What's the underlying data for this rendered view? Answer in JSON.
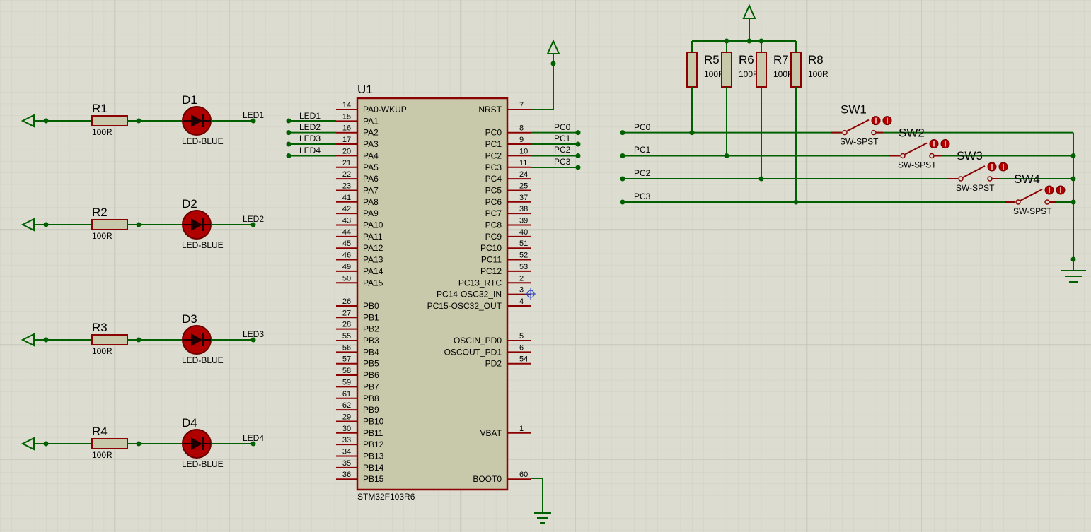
{
  "mcu": {
    "ref": "U1",
    "part": "STM32F103R6",
    "left_pins": [
      {
        "name": "PA0-WKUP",
        "num": "14"
      },
      {
        "name": "PA1",
        "num": "15"
      },
      {
        "name": "PA2",
        "num": "16"
      },
      {
        "name": "PA3",
        "num": "17"
      },
      {
        "name": "PA4",
        "num": "20"
      },
      {
        "name": "PA5",
        "num": "21"
      },
      {
        "name": "PA6",
        "num": "22"
      },
      {
        "name": "PA7",
        "num": "23"
      },
      {
        "name": "PA8",
        "num": "41"
      },
      {
        "name": "PA9",
        "num": "42"
      },
      {
        "name": "PA10",
        "num": "43"
      },
      {
        "name": "PA11",
        "num": "44"
      },
      {
        "name": "PA12",
        "num": "45"
      },
      {
        "name": "PA13",
        "num": "46"
      },
      {
        "name": "PA14",
        "num": "49"
      },
      {
        "name": "PA15",
        "num": "50"
      },
      {
        "name": "PB0",
        "num": "26"
      },
      {
        "name": "PB1",
        "num": "27"
      },
      {
        "name": "PB2",
        "num": "28"
      },
      {
        "name": "PB3",
        "num": "55"
      },
      {
        "name": "PB4",
        "num": "56"
      },
      {
        "name": "PB5",
        "num": "57"
      },
      {
        "name": "PB6",
        "num": "58"
      },
      {
        "name": "PB7",
        "num": "59"
      },
      {
        "name": "PB8",
        "num": "61"
      },
      {
        "name": "PB9",
        "num": "62"
      },
      {
        "name": "PB10",
        "num": "29"
      },
      {
        "name": "PB11",
        "num": "30"
      },
      {
        "name": "PB12",
        "num": "33"
      },
      {
        "name": "PB13",
        "num": "34"
      },
      {
        "name": "PB14",
        "num": "35"
      },
      {
        "name": "PB15",
        "num": "36"
      }
    ],
    "right_pins": [
      {
        "name": "NRST",
        "num": "7"
      },
      {
        "name": "PC0",
        "num": "8"
      },
      {
        "name": "PC1",
        "num": "9"
      },
      {
        "name": "PC2",
        "num": "10"
      },
      {
        "name": "PC3",
        "num": "11"
      },
      {
        "name": "PC4",
        "num": "24"
      },
      {
        "name": "PC5",
        "num": "25"
      },
      {
        "name": "PC6",
        "num": "37"
      },
      {
        "name": "PC7",
        "num": "38"
      },
      {
        "name": "PC8",
        "num": "39"
      },
      {
        "name": "PC9",
        "num": "40"
      },
      {
        "name": "PC10",
        "num": "51"
      },
      {
        "name": "PC11",
        "num": "52"
      },
      {
        "name": "PC12",
        "num": "53"
      },
      {
        "name": "PC13_RTC",
        "num": "2"
      },
      {
        "name": "PC14-OSC32_IN",
        "num": "3"
      },
      {
        "name": "PC15-OSC32_OUT",
        "num": "4"
      },
      {
        "name": "OSCIN_PD0",
        "num": "5"
      },
      {
        "name": "OSCOUT_PD1",
        "num": "6"
      },
      {
        "name": "PD2",
        "num": "54"
      },
      {
        "name": "VBAT",
        "num": "1"
      },
      {
        "name": "BOOT0",
        "num": "60"
      }
    ],
    "left_nets": [
      "LED1",
      "LED2",
      "LED3",
      "LED4"
    ],
    "right_nets": [
      "PC0",
      "PC1",
      "PC2",
      "PC3"
    ]
  },
  "led_rows": [
    {
      "r_ref": "R1",
      "r_val": "100R",
      "d_ref": "D1",
      "d_val": "LED-BLUE",
      "net": "LED1"
    },
    {
      "r_ref": "R2",
      "r_val": "100R",
      "d_ref": "D2",
      "d_val": "LED-BLUE",
      "net": "LED2"
    },
    {
      "r_ref": "R3",
      "r_val": "100R",
      "d_ref": "D3",
      "d_val": "LED-BLUE",
      "net": "LED3"
    },
    {
      "r_ref": "R4",
      "r_val": "100R",
      "d_ref": "D4",
      "d_val": "LED-BLUE",
      "net": "LED4"
    }
  ],
  "pullups": [
    {
      "ref": "R5",
      "val": "100R"
    },
    {
      "ref": "R6",
      "val": "100R"
    },
    {
      "ref": "R7",
      "val": "100R"
    },
    {
      "ref": "R8",
      "val": "100R"
    }
  ],
  "switch_nets": [
    "PC0",
    "PC1",
    "PC2",
    "PC3"
  ],
  "switches": [
    {
      "ref": "SW1",
      "val": "SW-SPST"
    },
    {
      "ref": "SW2",
      "val": "SW-SPST"
    },
    {
      "ref": "SW3",
      "val": "SW-SPST"
    },
    {
      "ref": "SW4",
      "val": "SW-SPST"
    }
  ],
  "colors": {
    "background": "#dcdcd0",
    "grid": "#c4c4b8",
    "wire": "#006000",
    "component": "#8b0000",
    "body": "#c8c8aa",
    "led": "#b00000"
  }
}
